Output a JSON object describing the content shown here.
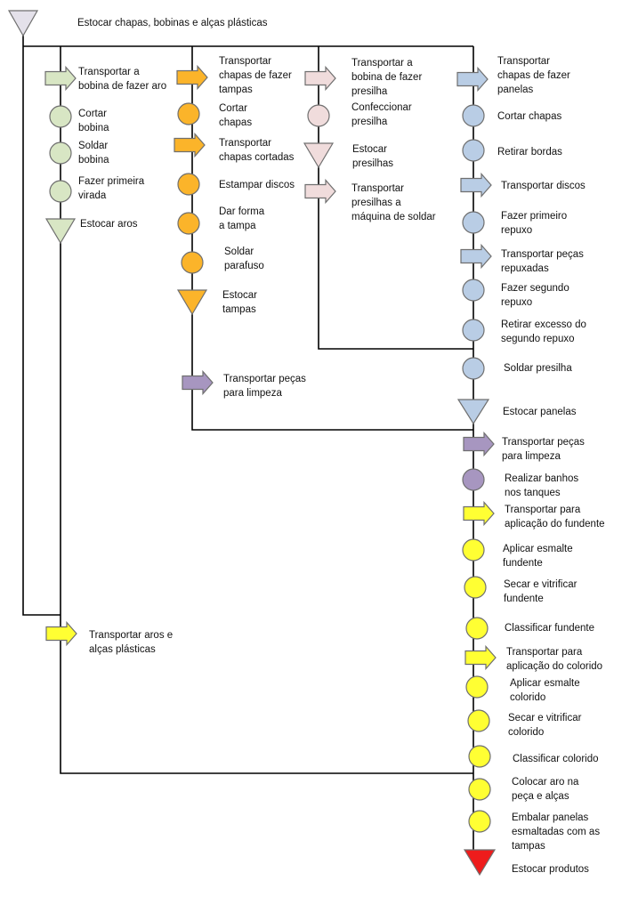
{
  "colors": {
    "line": "#000000",
    "shape_stroke": "#6f6f6f",
    "gray_fill": "#e4e1ea",
    "green_fill": "#d8e6c4",
    "orange_fill": "#fbb42a",
    "pink_fill": "#f0dcdc",
    "blue_fill": "#b9cde5",
    "purple_fill": "#a796c0",
    "yellow_fill": "#ffff33",
    "red_fill": "#ee1c1c"
  },
  "labels": {
    "top_storage": "Estocar chapas, bobinas e alças plásticas",
    "green_1": "Transportar a\nbobina de fazer aro",
    "green_2": "Cortar\nbobina",
    "green_3": "Soldar\nbobina",
    "green_4": "Fazer primeira\nvirada",
    "green_5": "Estocar aros",
    "orange_1": "Transportar\nchapas de fazer\ntampas",
    "orange_2": "Cortar\nchapas",
    "orange_3": "Transportar\nchapas cortadas",
    "orange_4": "Estampar discos",
    "orange_5": "Dar forma\na tampa",
    "orange_6": "Soldar\nparafuso",
    "orange_7": "Estocar\ntampas",
    "purple_1": "Transportar peças\npara limpeza",
    "pink_1": "Transportar a\nbobina de fazer\npresilha",
    "pink_2": "Confeccionar\npresilha",
    "pink_3": "Estocar\npresilhas",
    "pink_4": "Transportar\npresilhas a\nmáquina de soldar",
    "blue_1": "Transportar\nchapas de fazer\npanelas",
    "blue_2": "Cortar chapas",
    "blue_3": "Retirar bordas",
    "blue_4": "Transportar discos",
    "blue_5": "Fazer primeiro\nrepuxo",
    "blue_6": "Transportar peças\nrepuxadas",
    "blue_7": "Fazer segundo\nrepuxo",
    "blue_8": "Retirar excesso do\nsegundo repuxo",
    "blue_9": "Soldar presilha",
    "blue_10": "Estocar panelas",
    "main_1": "Transportar peças\npara limpeza",
    "main_2": "Realizar banhos\nnos tanques",
    "main_3": "Transportar para\naplicação do fundente",
    "main_4": "Aplicar esmalte\nfundente",
    "main_5": "Secar e vitrificar\nfundente",
    "main_6": "Classificar fundente",
    "main_7": "Transportar para\naplicação do colorido",
    "main_8": "Aplicar esmalte\ncolorido",
    "main_9": "Secar e vitrificar\ncolorido",
    "main_10": "Classificar colorido",
    "main_11": "Colocar aro na\npeça e alças",
    "main_12": "Embalar panelas\nesmaltadas com as\ntampas",
    "main_13": "Estocar produtos",
    "left_1": "Transportar aros e\nalças plásticas"
  }
}
